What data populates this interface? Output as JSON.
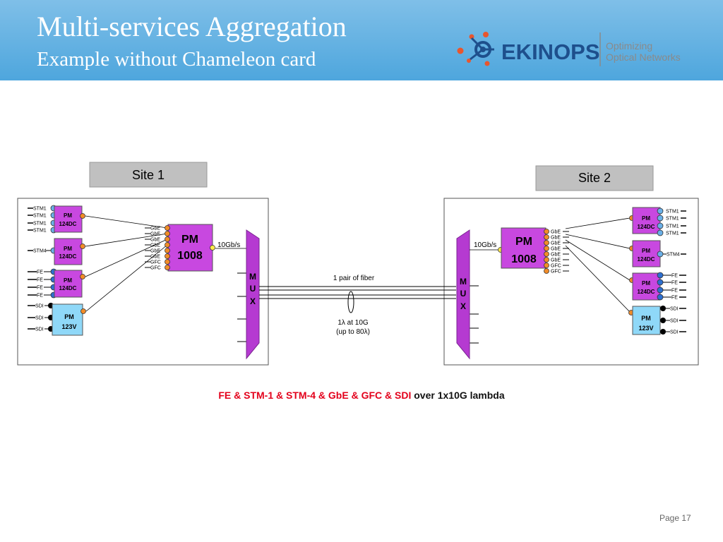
{
  "slide": {
    "title": "Multi-services Aggregation",
    "subtitle": "Example without Chameleon card",
    "page": "Page 17"
  },
  "logo": {
    "brand": "EKINOPS",
    "tagline_line1": "Optimizing",
    "tagline_line2": "Optical Networks",
    "colors": {
      "brand_blue": "#1e4f8c",
      "orange": "#e8562e",
      "gray": "#8a8a8a"
    }
  },
  "colors": {
    "header_top": "#7fbfe8",
    "header_bottom": "#4ea6dd",
    "module_purple": "#c848e0",
    "module_blue": "#8fd8f8",
    "port_orange": "#f28c28",
    "port_blue": "#6ab0e8",
    "port_black": "#000000",
    "port_yellow": "#ffe84a",
    "site_label_bg": "#c0c0c0",
    "caption_red": "#e3001b"
  },
  "site1": {
    "label": "Site 1",
    "pm124_a": {
      "name": "PM",
      "model": "124DC",
      "ports": [
        "STM1",
        "STM1",
        "STM1",
        "STM1"
      ]
    },
    "pm124_b": {
      "name": "PM",
      "model": "124DC",
      "ports": [
        "STM4"
      ]
    },
    "pm124_c": {
      "name": "PM",
      "model": "124DC",
      "ports": [
        "FE",
        "FE",
        "FE",
        "FE"
      ]
    },
    "pm123": {
      "name": "PM",
      "model": "123V",
      "ports": [
        "SDI",
        "SDI",
        "SDI"
      ]
    },
    "pm1008": {
      "name": "PM",
      "model": "1008",
      "ports": [
        "GbE",
        "GbE",
        "GbE",
        "GbE",
        "GbE",
        "GbE",
        "GFC",
        "GFC"
      ],
      "uplink": "10Gb/s"
    },
    "mux": [
      "M",
      "U",
      "X"
    ]
  },
  "site2": {
    "label": "Site 2",
    "pm124_a": {
      "name": "PM",
      "model": "124DC",
      "ports": [
        "STM1",
        "STM1",
        "STM1",
        "STM1"
      ]
    },
    "pm124_b": {
      "name": "PM",
      "model": "124DC",
      "ports": [
        "STM4"
      ]
    },
    "pm124_c": {
      "name": "PM",
      "model": "124DC",
      "ports": [
        "FE",
        "FE",
        "FE",
        "FE"
      ]
    },
    "pm123": {
      "name": "PM",
      "model": "123V",
      "ports": [
        "SDI",
        "SDI",
        "SDI"
      ]
    },
    "pm1008": {
      "name": "PM",
      "model": "1008",
      "ports": [
        "GbE",
        "GbE",
        "GbE",
        "GbE",
        "GbE",
        "GbE",
        "GFC",
        "GFC"
      ],
      "uplink": "10Gb/s"
    },
    "mux": [
      "M",
      "U",
      "X"
    ]
  },
  "link": {
    "fiber_label": "1 pair of fiber",
    "lambda_line1": "1λ at 10G",
    "lambda_line2": "(up to 80λ)"
  },
  "caption": {
    "services": "FE & STM-1 & STM-4 & GbE & GFC & SDI",
    "suffix": " over 1x10G lambda"
  }
}
